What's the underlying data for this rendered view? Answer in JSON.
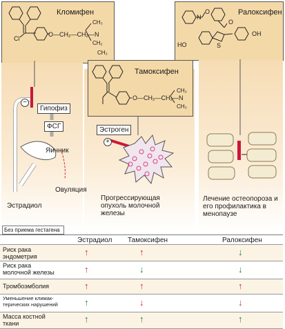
{
  "drugs": {
    "clomiphene": "Кломифен",
    "raloxifene": "Ралоксифен",
    "tamoxifen": "Тамоксифен"
  },
  "chem": {
    "cl": "Cl",
    "o": "O",
    "n": "N",
    "ho": "HO",
    "oh": "OH",
    "s": "S",
    "chain": "O—CH₂—CH₂—N",
    "ch3": "CH₃",
    "ch2": "CH₂",
    "ch3b": "CH₃",
    "minus": "−",
    "plus": "+"
  },
  "labels": {
    "pituitary": "Гипофиз",
    "fsh": "ФСГ",
    "ovary": "Яичник",
    "ovulation": "Овуляция",
    "estradiol": "Эстрадиол",
    "estrogen": "Эстроген",
    "tumor": "Прогрессирующая опухоль молочной железы",
    "osteo": "Лечение остеопороза и его профилактика в менопаузе",
    "no_gestagen": "Без приема гестагена"
  },
  "table": {
    "headers": [
      "Эстрадиол",
      "Тамоксифен",
      "Ралоксифен"
    ],
    "rows": [
      {
        "label": "Риск рака эндометрия",
        "estradiol": "up",
        "tamoxifen": "up",
        "raloxifene": "down"
      },
      {
        "label": "Риск рака молочной железы",
        "estradiol": "up",
        "tamoxifen": "down",
        "raloxifene": "down"
      },
      {
        "label": "Тромбоэмболия",
        "estradiol": "up",
        "tamoxifen": "up",
        "raloxifene": "up"
      },
      {
        "label": "Уменьшение климак-терических нарушений",
        "estradiol": "up-green",
        "tamoxifen": "down-red",
        "raloxifene": "down-red"
      },
      {
        "label": "Масса костной ткани",
        "estradiol": "up-green",
        "tamoxifen": "up-green",
        "raloxifene": "up-green"
      }
    ]
  },
  "colors": {
    "panel": "#f4d9a8",
    "increase_bad": "#d81e30",
    "decrease_good": "#1c7a2a"
  }
}
